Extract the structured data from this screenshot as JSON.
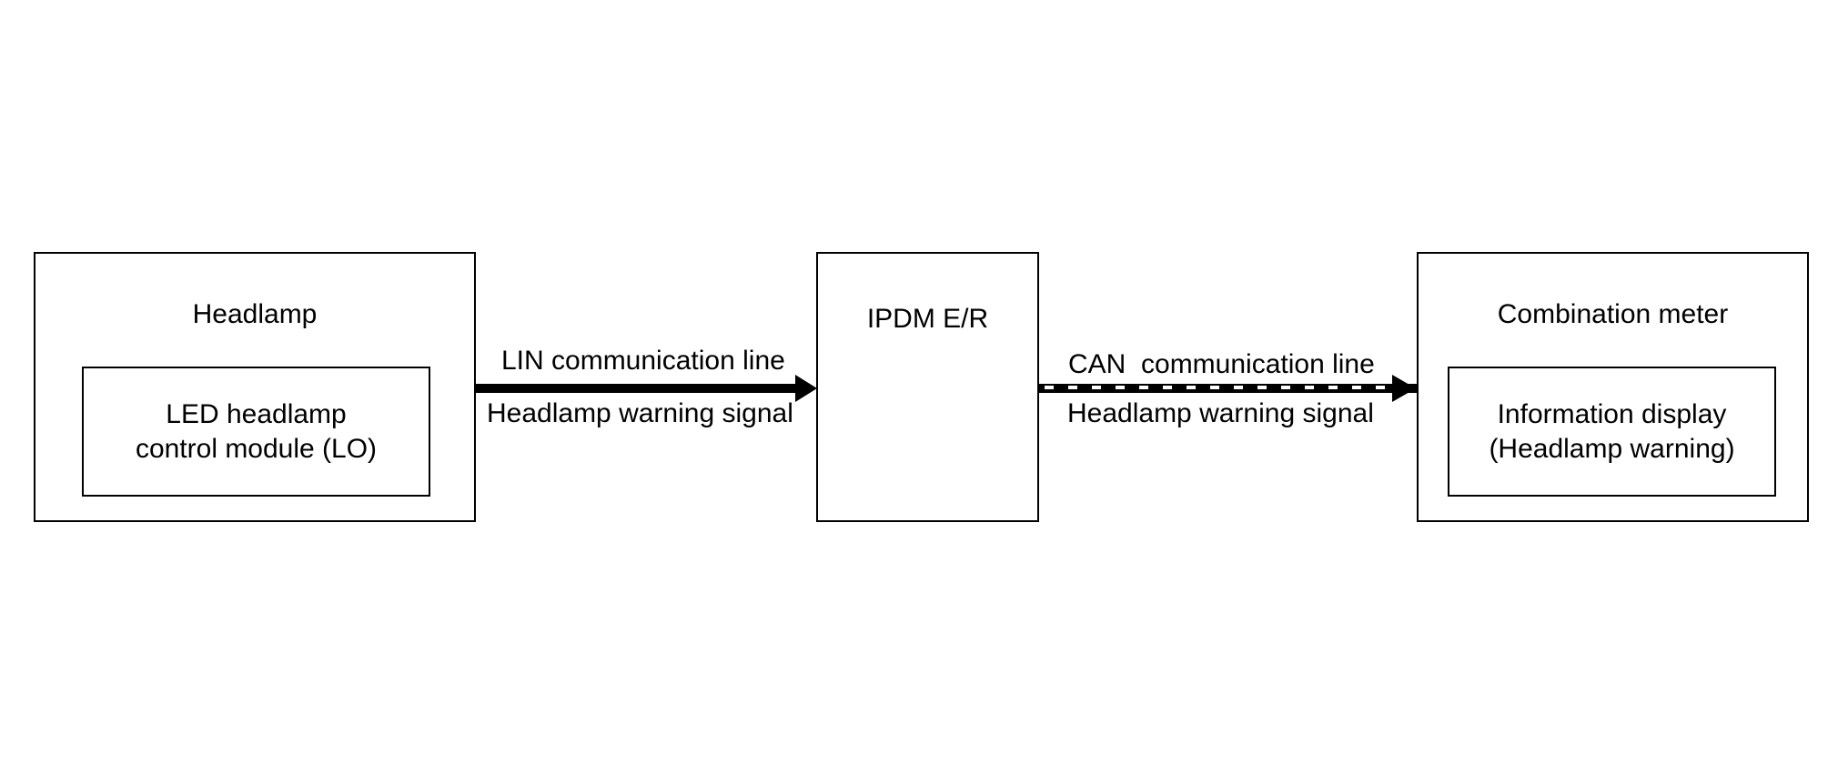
{
  "headlamp": {
    "title": "Headlamp",
    "module_line1": "LED headlamp",
    "module_line2": "control module (LO)"
  },
  "ipdm": {
    "title": "IPDM E/R"
  },
  "combination_meter": {
    "title": "Combination meter",
    "display_line1": "Information display",
    "display_line2": "(Headlamp warning)"
  },
  "lin_link": {
    "line_label": "LIN communication line",
    "signal_label": "Headlamp warning signal"
  },
  "can_link": {
    "line_label": "CAN  communication line",
    "signal_label": "Headlamp warning signal"
  }
}
